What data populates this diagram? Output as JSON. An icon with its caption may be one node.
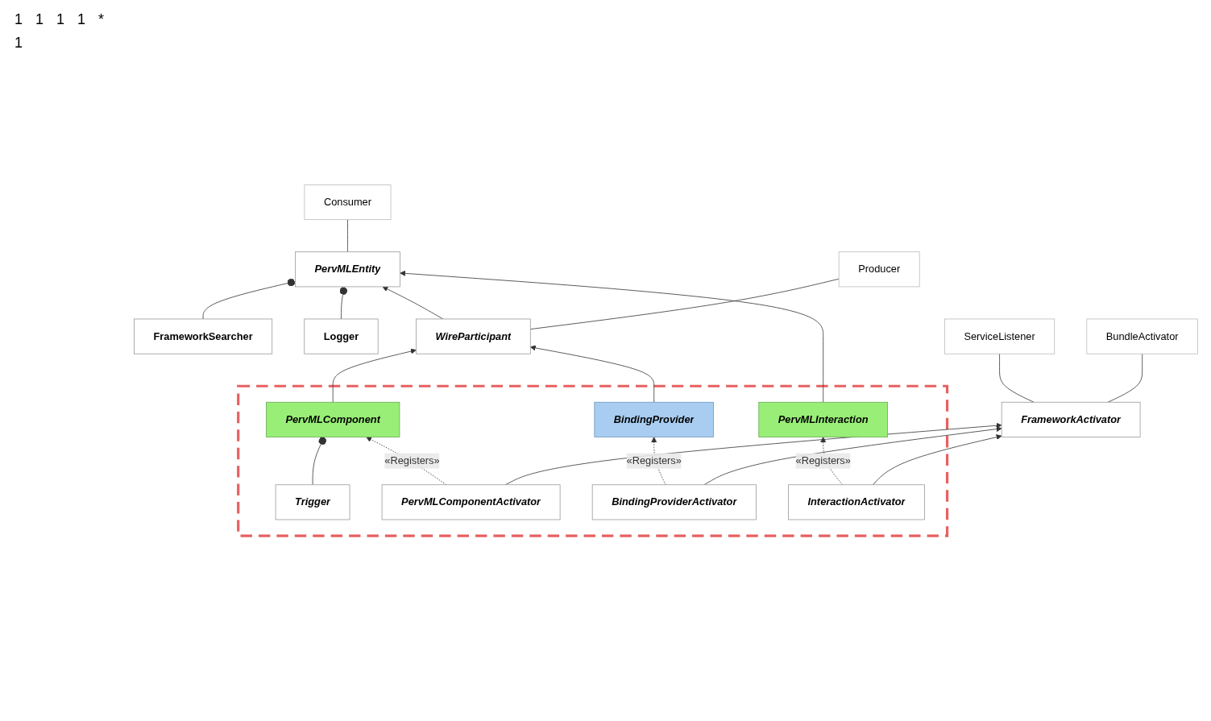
{
  "diagram": {
    "nodes": [
      {
        "text": [
          "FrameworkSearcher"
        ]
      },
      {
        "text": [
          "PervMLEntity"
        ]
      },
      {
        "text": [
          "Consumer"
        ]
      },
      {
        "text": [
          "Logger"
        ]
      },
      {
        "text": [
          "WireParticipant"
        ]
      },
      {
        "text": [
          "Producer"
        ]
      },
      {
        "text": [],
        "shape": "box"
      },
      {
        "text": [
          "Trigger"
        ],
        "in": 6
      },
      {
        "text": [
          "PervMLComponent"
        ],
        "in": 6
      },
      {
        "text": [
          "BindingProvider"
        ],
        "in": 6
      },
      {
        "text": [
          "PervMLInteraction"
        ],
        "in": 6
      },
      {
        "text": [
          "PervMLComponentActivator"
        ],
        "in": 6
      },
      {
        "text": [
          "BindingProviderActivator"
        ],
        "in": 6
      },
      {
        "text": [
          "InteractionActivator"
        ],
        "in": 6
      },
      {
        "text": [
          "FrameworkActivator"
        ]
      },
      {
        "text": [
          "ServiceListener"
        ]
      },
      {
        "text": [
          "BundleActivator"
        ]
      }
    ],
    "edges": [
      {
        "from": 0,
        "to": 1,
        "arrow": "other"
      },
      {
        "from": 1,
        "to": 2,
        "arrow": "none"
      },
      {
        "from": 3,
        "to": 1,
        "arrow": "other"
      },
      {
        "from": 4,
        "to": 1,
        "arrow": "to"
      },
      {
        "from": 10,
        "to": 1,
        "arrow": "to"
      },
      {
        "from": 4,
        "to": 5,
        "arrow": "none"
      },
      {
        "from": 8,
        "to": 4,
        "arrow": "to"
      },
      {
        "from": 9,
        "to": 4,
        "arrow": "to"
      },
      {
        "from": 7,
        "to": 8,
        "arrow": "other"
      },
      {
        "from": 11,
        "to": 8,
        "arrow": "to",
        "label": "«Registers»",
        "style": "dashed"
      },
      {
        "from": 12,
        "to": 9,
        "arrow": "to",
        "label": "«Registers»",
        "style": "dashed"
      },
      {
        "from": 13,
        "to": 10,
        "arrow": "to",
        "label": "«Registers»",
        "style": "dashed"
      },
      {
        "from": 11,
        "to": 14,
        "arrow": "to"
      },
      {
        "from": 12,
        "to": 14,
        "arrow": "to"
      },
      {
        "from": 13,
        "to": 14,
        "arrow": "to"
      },
      {
        "from": 14,
        "to": 15,
        "arrow": "none"
      },
      {
        "from": 14,
        "to": 16,
        "arrow": "none"
      }
    ],
    "labels": [
      "1",
      "1",
      "1",
      "1",
      "*",
      "1"
    ]
  }
}
